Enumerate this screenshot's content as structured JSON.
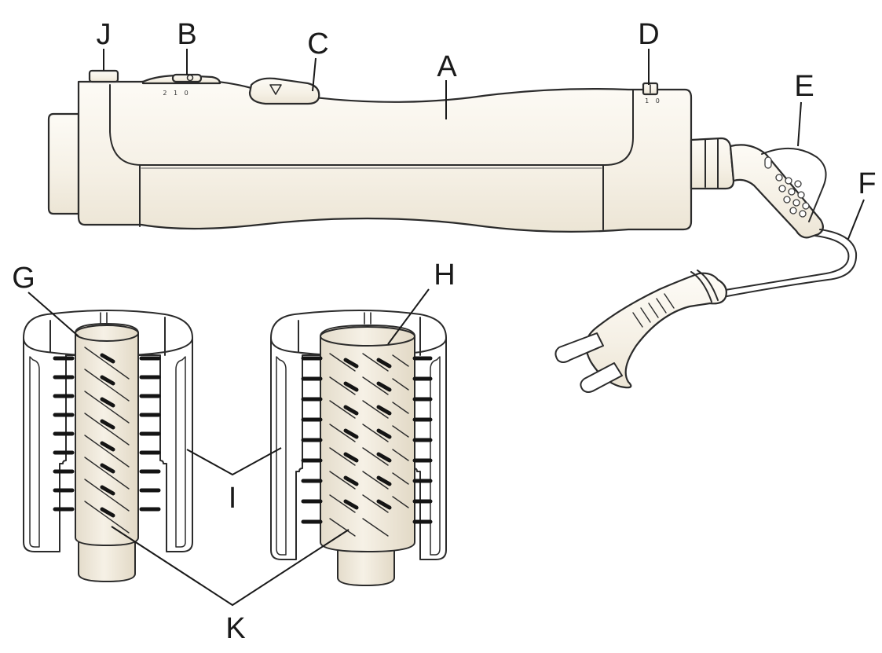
{
  "labels": {
    "A": "A",
    "B": "B",
    "C": "C",
    "D": "D",
    "E": "E",
    "F": "F",
    "G": "G",
    "H": "H",
    "I": "I",
    "J": "J",
    "K": "K"
  },
  "switch_marks": {
    "B": "2 1 0",
    "D": "1 0"
  },
  "colors": {
    "body_light": "#fbf8f1",
    "body_mid": "#efe9dc",
    "core": "#ede6d6",
    "ink": "#2b2b2b",
    "bristle": "#141414"
  }
}
